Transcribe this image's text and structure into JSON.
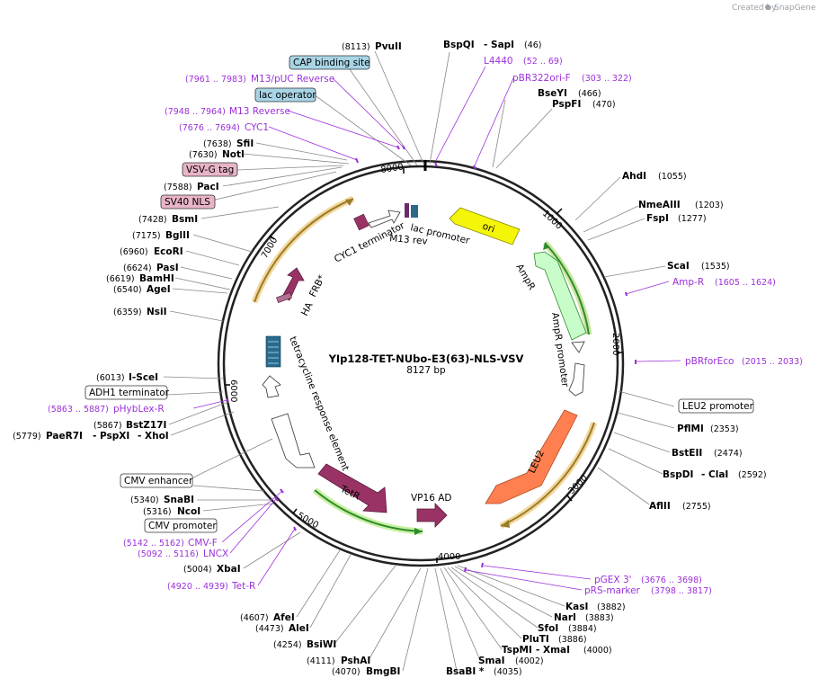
{
  "watermark": {
    "created_by": "Created by",
    "brand": "SnapGene"
  },
  "plasmid": {
    "name": "YIp128-TET-NUbo-E3(63)-NLS-VSV",
    "size": "8127 bp"
  },
  "ticks": [
    "1000",
    "2000",
    "3000",
    "4000",
    "5000",
    "6000",
    "7000",
    "8000"
  ],
  "sites": [
    {
      "name": "PvuII",
      "pos": "(8113)"
    },
    {
      "name": "BspQI",
      "pos": ""
    },
    {
      "name": "- SapI",
      "pos": "(46)"
    },
    {
      "name": "BseYI",
      "pos": "(466)"
    },
    {
      "name": "PspFI",
      "pos": "(470)"
    },
    {
      "name": "AhdI",
      "pos": "(1055)"
    },
    {
      "name": "NmeAIII",
      "pos": "(1203)"
    },
    {
      "name": "FspI",
      "pos": "(1277)"
    },
    {
      "name": "ScaI",
      "pos": "(1535)"
    },
    {
      "name": "PflMI",
      "pos": "(2353)"
    },
    {
      "name": "BstEII",
      "pos": "(2474)"
    },
    {
      "name": "BspDI",
      "pos": ""
    },
    {
      "name": "- ClaI",
      "pos": "(2592)"
    },
    {
      "name": "AflII",
      "pos": "(2755)"
    },
    {
      "name": "KasI",
      "pos": "(3882)"
    },
    {
      "name": "NarI",
      "pos": "(3883)"
    },
    {
      "name": "SfoI",
      "pos": "(3884)"
    },
    {
      "name": "PluTI",
      "pos": "(3886)"
    },
    {
      "name": "TspMI",
      "pos": ""
    },
    {
      "name": "- XmaI",
      "pos": "(4000)"
    },
    {
      "name": "SmaI",
      "pos": "(4002)"
    },
    {
      "name": "BsaBI *",
      "pos": "(4035)"
    },
    {
      "name": "BmgBI",
      "pos": "(4070)"
    },
    {
      "name": "PshAI",
      "pos": "(4111)"
    },
    {
      "name": "BsiWI",
      "pos": "(4254)"
    },
    {
      "name": "AleI",
      "pos": "(4473)"
    },
    {
      "name": "AfeI",
      "pos": "(4607)"
    },
    {
      "name": "XbaI",
      "pos": "(5004)"
    },
    {
      "name": "NcoI",
      "pos": "(5316)"
    },
    {
      "name": "SnaBI",
      "pos": "(5340)"
    },
    {
      "name": "PaeR7I",
      "pos": "(5779)"
    },
    {
      "name": "- PspXI",
      "pos": ""
    },
    {
      "name": "- XhoI",
      "pos": ""
    },
    {
      "name": "BstZ17I",
      "pos": "(5867)"
    },
    {
      "name": "I-SceI",
      "pos": "(6013)"
    },
    {
      "name": "NsiI",
      "pos": "(6359)"
    },
    {
      "name": "AgeI",
      "pos": "(6540)"
    },
    {
      "name": "BamHI",
      "pos": "(6619)"
    },
    {
      "name": "PasI",
      "pos": "(6624)"
    },
    {
      "name": "EcoRI",
      "pos": "(6960)"
    },
    {
      "name": "BglII",
      "pos": "(7175)"
    },
    {
      "name": "BsmI",
      "pos": "(7428)"
    },
    {
      "name": "PacI",
      "pos": "(7588)"
    },
    {
      "name": "NotI",
      "pos": "(7630)"
    },
    {
      "name": "SfiI",
      "pos": "(7638)"
    }
  ],
  "primers": [
    {
      "name": "L4440",
      "range": "(52 .. 69)"
    },
    {
      "name": "pBR322ori-F",
      "range": "(303 .. 322)"
    },
    {
      "name": "Amp-R",
      "range": "(1605 .. 1624)"
    },
    {
      "name": "pBRforEco",
      "range": "(2015 .. 2033)"
    },
    {
      "name": "pGEX 3'",
      "range": "(3676 .. 3698)"
    },
    {
      "name": "pRS-marker",
      "range": "(3798 .. 3817)"
    },
    {
      "name": "Tet-R",
      "range": "(4920 .. 4939)"
    },
    {
      "name": "LNCX",
      "range": "(5092 .. 5116)"
    },
    {
      "name": "CMV-F",
      "range": "(5142 .. 5162)"
    },
    {
      "name": "pHybLex-R",
      "range": "(5863 .. 5887)"
    },
    {
      "name": "CYC1",
      "range": "(7676 .. 7694)"
    },
    {
      "name": "M13 Reverse",
      "range": "(7948 .. 7964)"
    },
    {
      "name": "M13/pUC Reverse",
      "range": "(7961 .. 7983)"
    }
  ],
  "boxed_features": [
    "CAP binding site",
    "lac operator",
    "VSV-G tag",
    "SV40 NLS",
    "ADH1 terminator",
    "CMV enhancer",
    "CMV promoter",
    "LEU2 promoter"
  ],
  "inner_features": [
    "ori",
    "AmpR",
    "AmpR promoter",
    "LEU2",
    "VP16 AD",
    "TetR",
    "tetracycline response element",
    "HA",
    "FRB*",
    "CYC1 terminator",
    "lac promoter",
    "M13 rev"
  ],
  "colors": {
    "primer": "#9b30d9",
    "ori": "#f5f50a",
    "ampr": "#c8fcc8",
    "leu2": "#ff7f50",
    "tetr": "#993366",
    "blue_box": "#a8d4e6",
    "pink_box": "#e8b4c8",
    "backbone": "#222222"
  }
}
